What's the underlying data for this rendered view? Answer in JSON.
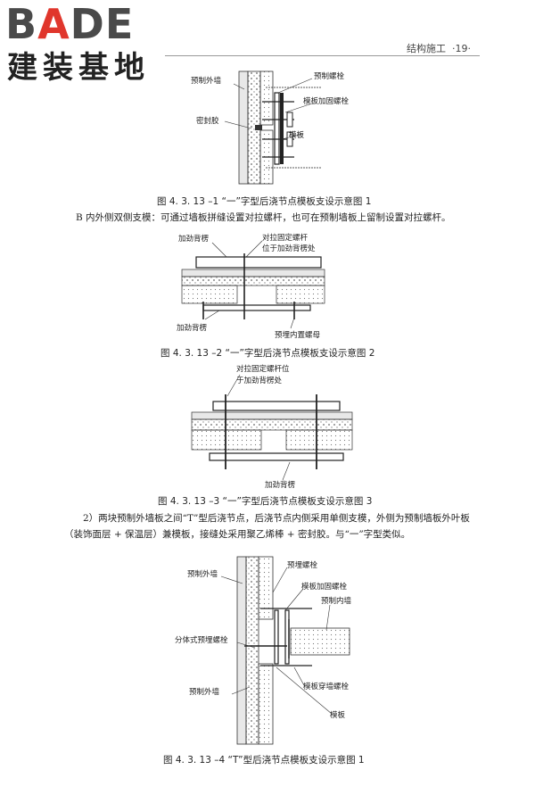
{
  "logo": {
    "brand_accent": "A",
    "brand_pre": "B",
    "brand_post": "DE",
    "subtitle": "建装基地",
    "accent_color": "#e0362c"
  },
  "header": {
    "section": "结构施工",
    "page": "·19·"
  },
  "fig1": {
    "labels": {
      "outer_wall": "预制外墙",
      "sealant": "密封胶",
      "bolt": "预制螺栓",
      "form_bolt": "模板加固螺栓",
      "formwork": "模板"
    },
    "caption": "图 4. 3. 13 –1   “一”字型后浇节点模板支设示意图 1"
  },
  "para1": "B 内外侧双侧支模：可通过墙板拼缝设置对拉螺杆，也可在预制墙板上留制设置对拉螺杆。",
  "fig2": {
    "labels": {
      "rib_top": "加劲背楞",
      "tie": "对拉固定螺杆",
      "tie_pos": "位于加劲背楞处",
      "rib_bottom": "加劲背楞",
      "nut": "预埋内置螺母"
    },
    "caption": "图 4. 3. 13 –2   “一”字型后浇节点模板支设示意图 2"
  },
  "fig3": {
    "labels": {
      "tie_pos": "对拉固定螺杆位",
      "tie_pos2": "于加劲背楞处",
      "rib": "加劲背楞"
    },
    "caption": "图 4. 3. 13 –3   “一”字型后浇节点模板支设示意图 3"
  },
  "para2_line1": "2）两块预制外墙板之间“T”型后浇节点，后浇节点内侧采用单侧支模，外侧为预制墙板外叶板",
  "para2_line2": "（装饰面层 + 保温层）兼模板，接缝处采用聚乙烯棒 + 密封胶。与“一”字型类似。",
  "fig4": {
    "labels": {
      "outer_wall_top": "预制外墙",
      "bolt": "预埋螺栓",
      "form_bolt": "模板加固螺栓",
      "inner_wall": "预制内墙",
      "split_bolt": "分体式预埋螺栓",
      "outer_wall_bottom": "预制外墙",
      "through_bolt": "模板穿墙螺栓",
      "formwork": "模板"
    },
    "caption": "图 4. 3. 13 –4   “T”型后浇节点模板支设示意图 1"
  }
}
